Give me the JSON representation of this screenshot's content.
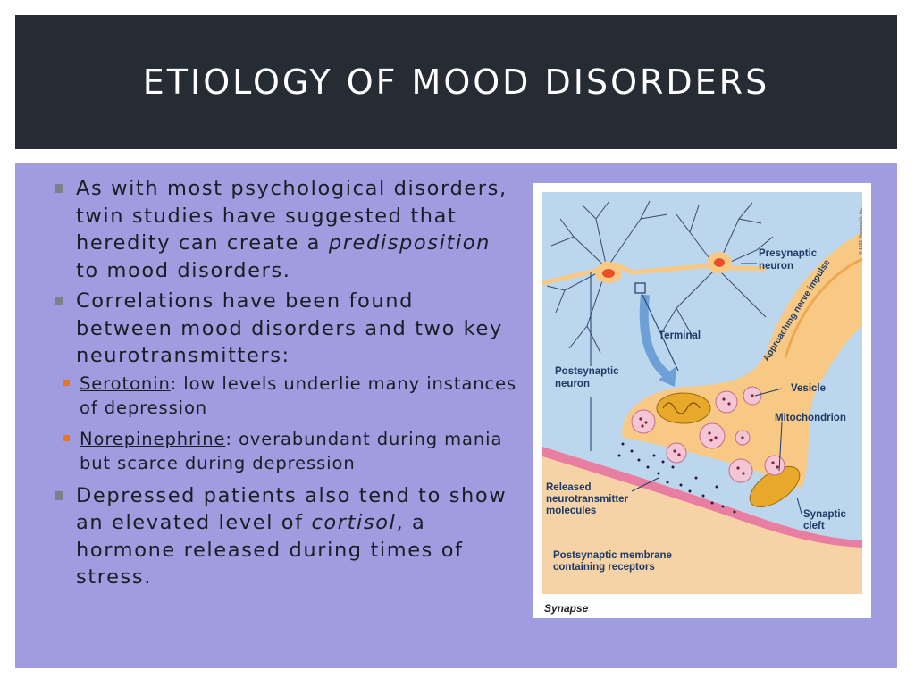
{
  "slide": {
    "title": "Etiology of Mood Disorders",
    "bullets": [
      {
        "pre": "As with most psychological disorders, twin studies have suggested that heredity can create a ",
        "em": "predisposition",
        "post": " to mood disorders."
      },
      {
        "text": "Correlations have been found between mood disorders and two key neurotransmitters:",
        "subbullets": [
          {
            "term": "Serotonin",
            "text": ": low levels underlie many instances of depression"
          },
          {
            "term": "Norepinephrine",
            "text": ": overabundant during mania but scarce during depression"
          }
        ]
      },
      {
        "pre": "Depressed patients also tend to show an elevated level of ",
        "em": "cortisol",
        "post": ", a hormone released during times of stress."
      }
    ]
  },
  "figure": {
    "caption": "Synapse",
    "copyright": "© 1992 Wadsworth, Inc.",
    "labels": {
      "presynaptic_1": "Presynaptic",
      "presynaptic_2": "neuron",
      "approaching": "Approaching nerve impulse",
      "terminal": "Terminal",
      "postsynaptic_1": "Postsynaptic",
      "postsynaptic_2": "neuron",
      "vesicle": "Vesicle",
      "mitochondrion": "Mitochondrion",
      "released_1": "Released",
      "released_2": "neurotransmitter",
      "released_3": "molecules",
      "cleft_1": "Synaptic",
      "cleft_2": "cleft",
      "membrane_1": "Postsynaptic membrane",
      "membrane_2": "containing receptors"
    }
  },
  "colors": {
    "title_bg": "#252c33",
    "panel_bg": "#9f9ddf",
    "bullet_square": "#7d8088",
    "sub_bullet_square": "#e8761f",
    "diagram_bg": "#bcd6ee",
    "axon": "#f8c985"
  }
}
